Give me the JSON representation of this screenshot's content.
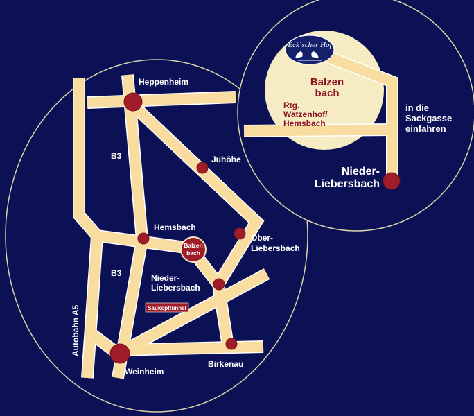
{
  "map": {
    "colors": {
      "background": "#0b1154",
      "road": "#f8dca0",
      "road_edge": "#ffffff",
      "town_dot": "#a01c28",
      "highlight": "#f6ecc4",
      "text": "#ffffff",
      "accent_text": "#8c1020"
    },
    "towns": {
      "heppenheim": "Heppenheim",
      "juhoehe": "Juhöhe",
      "hemsbach": "Hemsbach",
      "ober_1": "Ober-",
      "ober_2": "Liebersbach",
      "nieder_1": "Nieder-",
      "nieder_2": "Liebersbach",
      "weinheim": "Weinheim",
      "birkenau": "Birkenau"
    },
    "roads": {
      "b3_north": "B3",
      "b3_south": "B3",
      "autobahn": "Autobahn A5",
      "tunnel": "Saukopftunnel"
    },
    "destination_badge": {
      "line1": "Balzen",
      "line2": "bach"
    }
  },
  "inset": {
    "destination_1": "Balzen",
    "destination_2": "bach",
    "direction_1": "Rtg.",
    "direction_2": "Watzenhof/",
    "direction_3": "Hemsbach",
    "instruction_1": "in die",
    "instruction_2": "Sackgasse",
    "instruction_3": "einfahren",
    "nieder_1": "Nieder-",
    "nieder_2": "Liebersbach",
    "logo_icon": "horse-head-icon",
    "logo_text": "Eck´scher Hof"
  }
}
